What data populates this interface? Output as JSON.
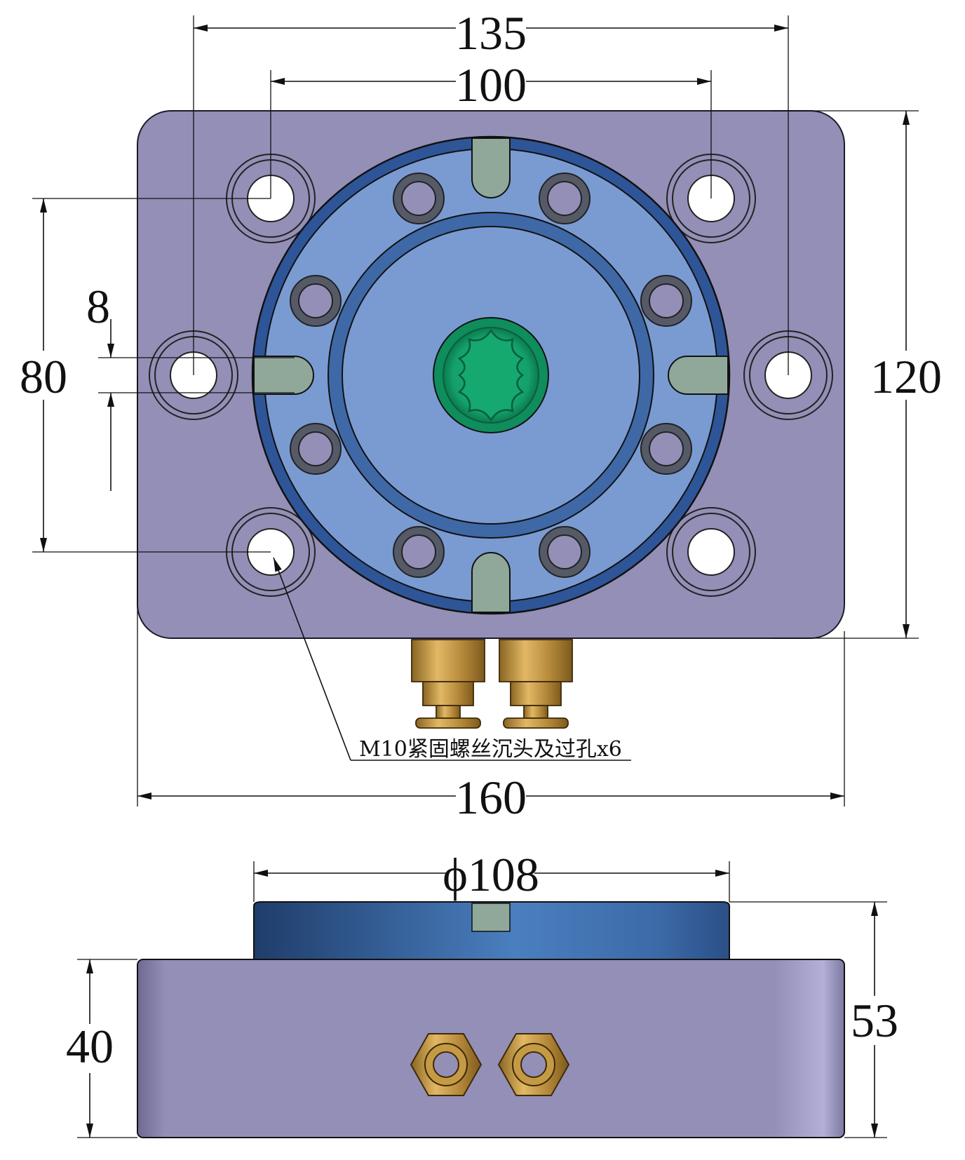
{
  "dimensions": {
    "top_width_outer": "135",
    "top_width_inner": "100",
    "height_80": "80",
    "slot_8": "8",
    "height_120": "120",
    "base_width": "160",
    "flange_diameter": "ϕ108",
    "side_height_40": "40",
    "side_height_53": "53"
  },
  "note": {
    "callout": "M10紧固螺丝沉头及过孔x6"
  },
  "colors": {
    "base_plate": "#948fb7",
    "flange_ring": "#3f68a7",
    "flange_face": "#7a9bd2",
    "key_slot": "#8fa89a",
    "center_hub": "#1aa871",
    "brass_fitting": "#c59a45",
    "side_flange_dark": "#1f3d6b",
    "side_flange_light": "#4a7fbf"
  }
}
